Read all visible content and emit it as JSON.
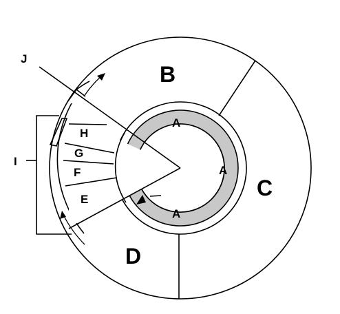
{
  "labels": {
    "A_top": "A",
    "A_right": "A",
    "A_bottom": "A",
    "B": "B",
    "C": "C",
    "D": "D",
    "E": "E",
    "F": "F",
    "G": "G",
    "H": "H",
    "I": "I",
    "J": "J"
  },
  "colors": {
    "stroke": "#000000",
    "ring_fill": "#c8c8c8",
    "background": "#ffffff"
  }
}
